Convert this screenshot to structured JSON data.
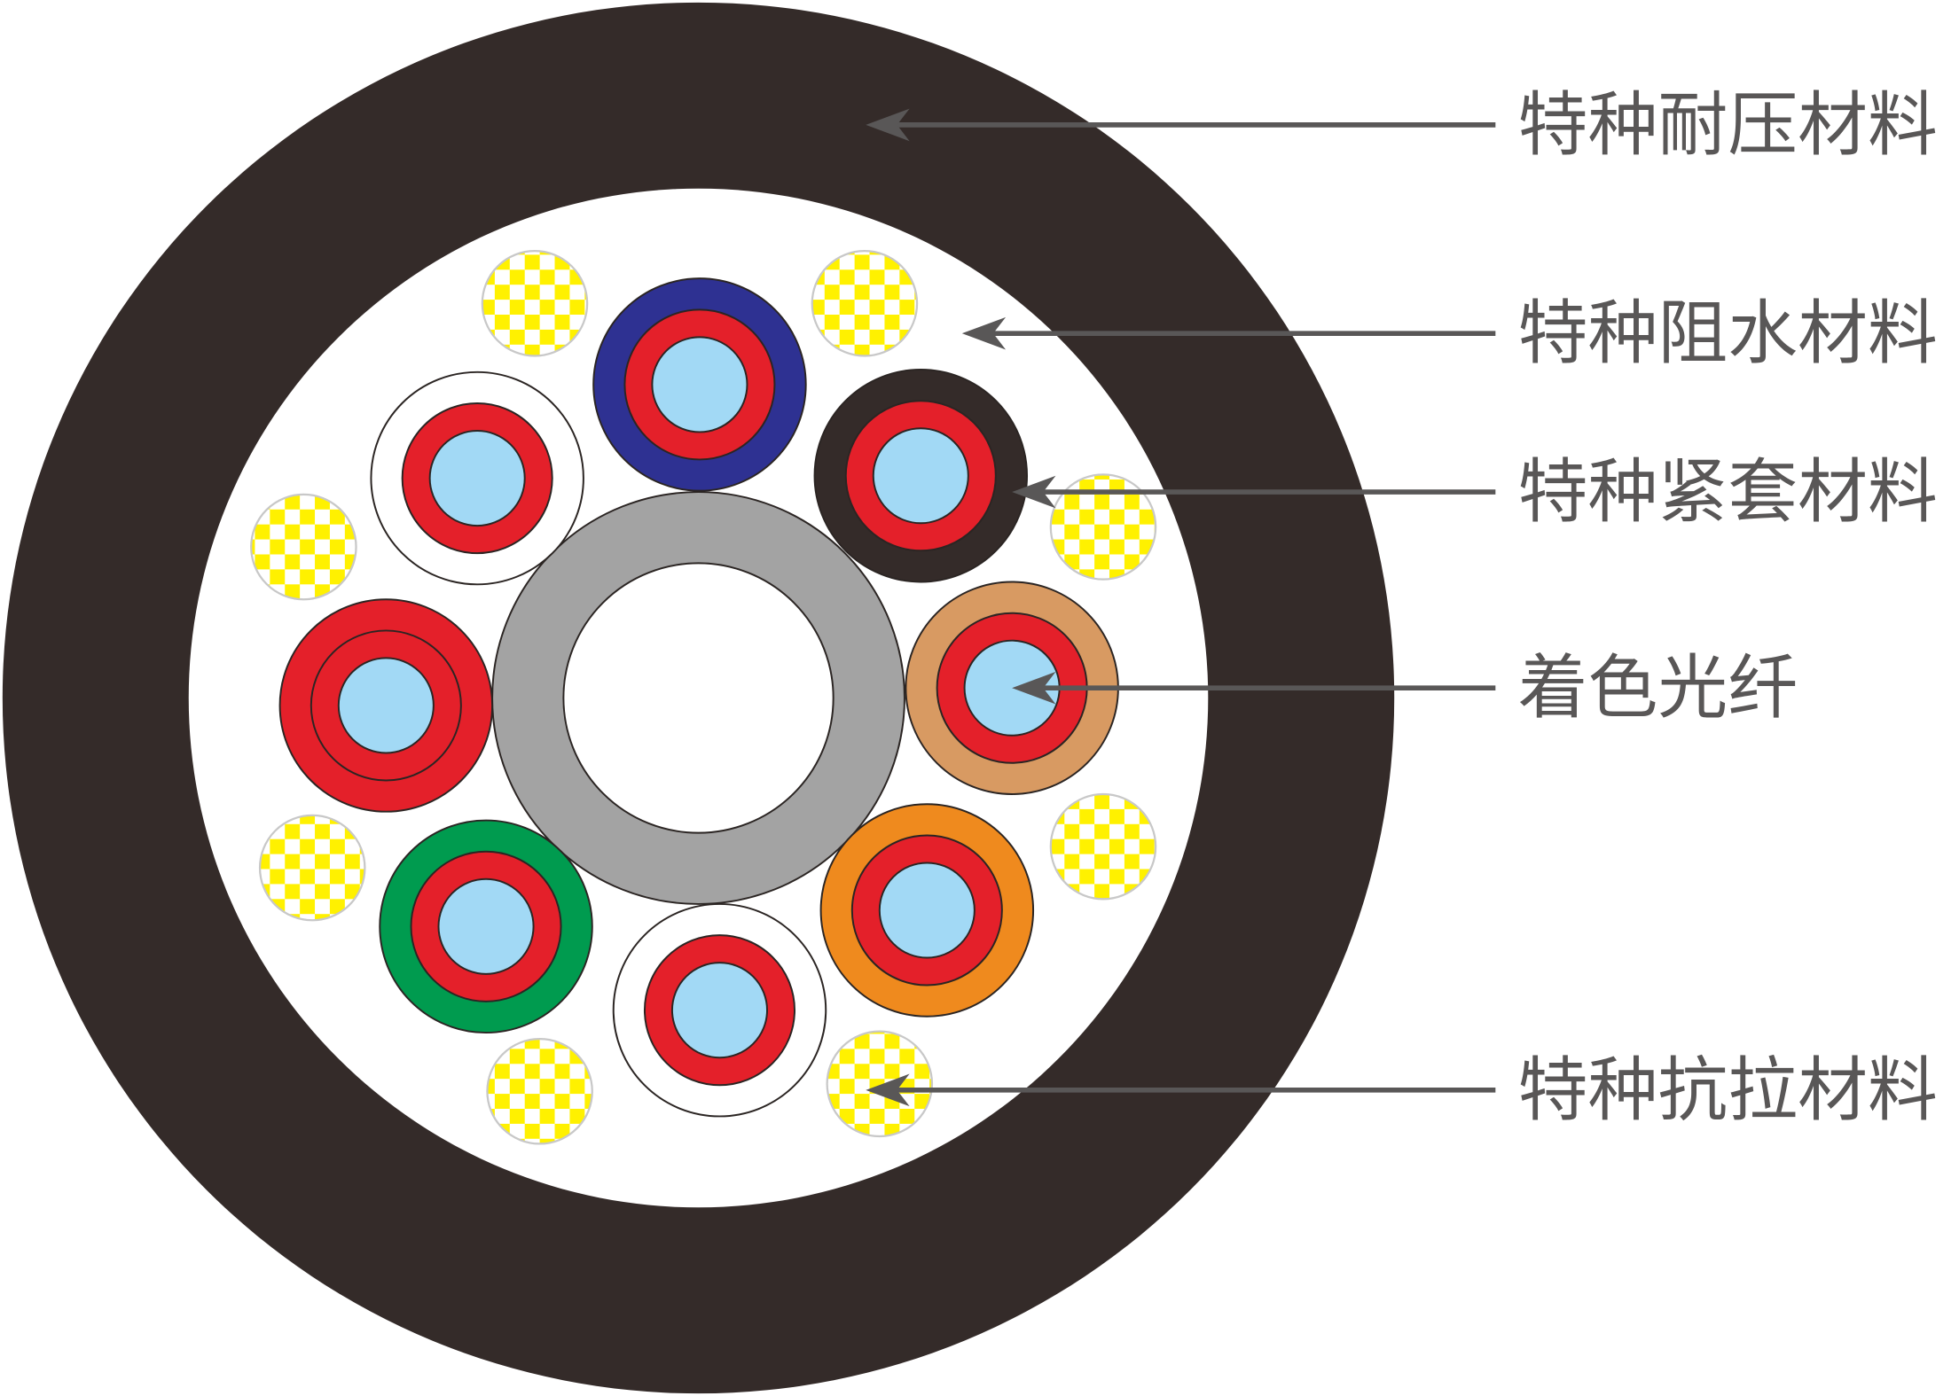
{
  "labels": {
    "compression_resistant": "特种耐压材料",
    "water_blocking": "特种阻水材料",
    "tight_buffer": "特种紧套材料",
    "colored_fiber": "着色光纤",
    "tensile": "特种抗拉材料"
  },
  "colors": {
    "outer_sheath": "#342b29",
    "water_blocking_filler": "#ffffff",
    "central_member": "#a3a3a3",
    "central_member_core": "#ffffff",
    "tight_buffer": "#e4202a",
    "colored_fiber": "#a2d9f5",
    "tensile_yarn": "#fff100",
    "tensile_yarn_gap": "#ffffff",
    "leader_line": "#595757",
    "unit_jackets": {
      "blue": "#2e3192",
      "black": "#342b29",
      "tan": "#d89a62",
      "orange": "#ef8a1e",
      "white": "#ffffff",
      "green": "#009b4f",
      "red": "#e4202a"
    }
  }
}
